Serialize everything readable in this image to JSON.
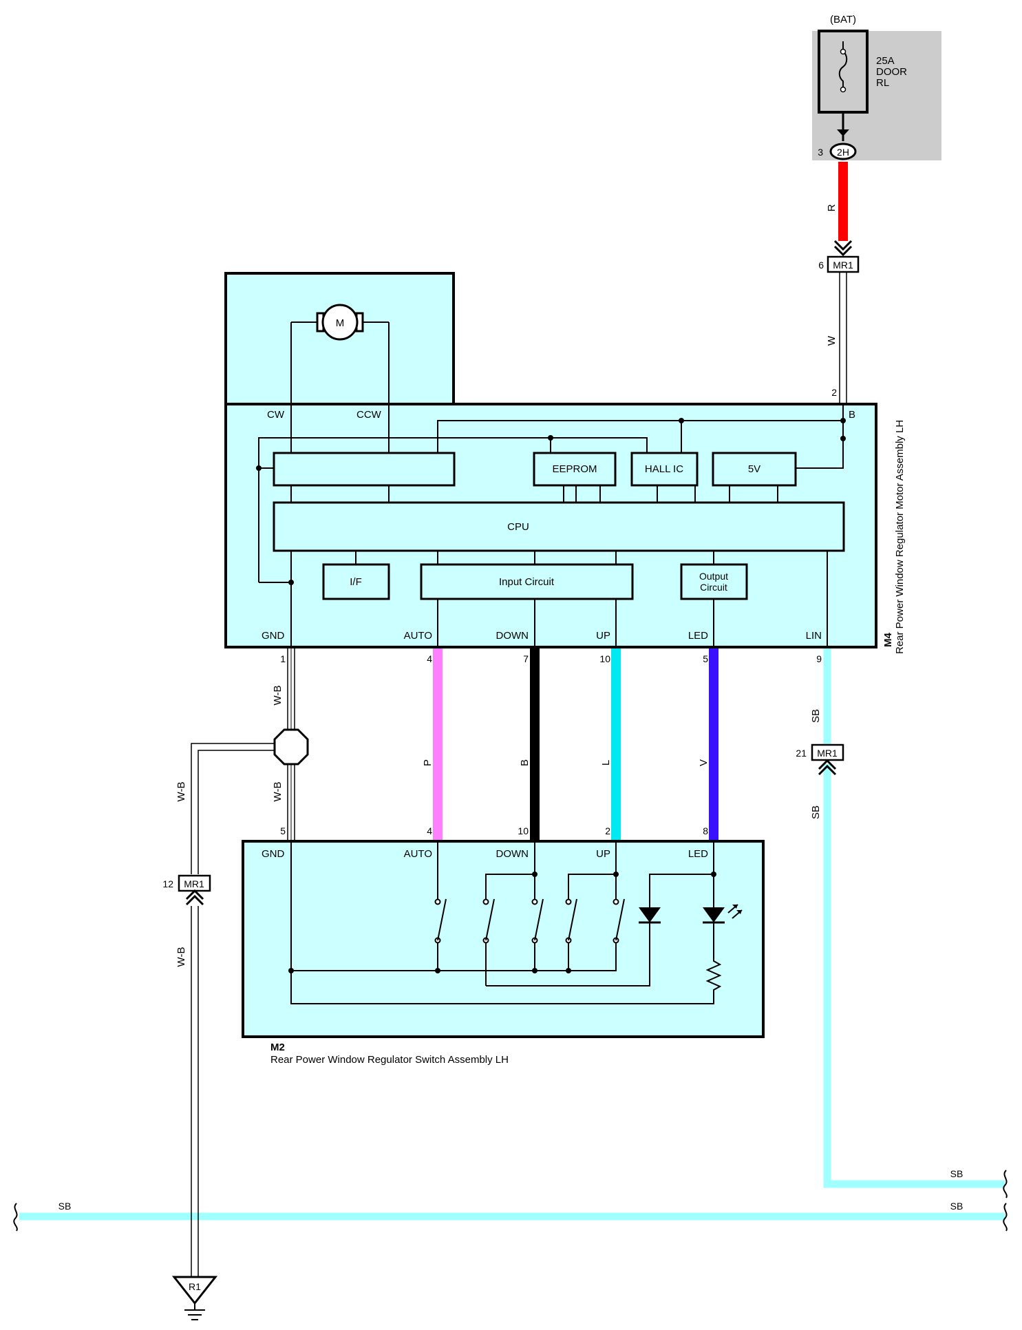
{
  "battery": {
    "source_label": "(BAT)",
    "fuse_line1": "25A",
    "fuse_line2": "DOOR",
    "fuse_line3": "RL",
    "connector": "2H",
    "pin": "3"
  },
  "motor_assembly": {
    "id": "M4",
    "name": "Rear Power Window Regulator Motor Assembly LH",
    "motor_symbol": "M",
    "terminals": {
      "cw": "CW",
      "ccw": "CCW",
      "b": "B",
      "gnd": "GND",
      "auto": "AUTO",
      "down": "DOWN",
      "up": "UP",
      "led": "LED",
      "lin": "LIN"
    },
    "blocks": {
      "eeprom": "EEPROM",
      "hall_ic": "HALL IC",
      "five_v": "5V",
      "cpu": "CPU",
      "if": "I/F",
      "input_circuit": "Input Circuit",
      "output_line1": "Output",
      "output_line2": "Circuit"
    },
    "pins": {
      "b": "2",
      "gnd": "1",
      "auto": "4",
      "down": "7",
      "up": "10",
      "led": "5",
      "lin": "9"
    }
  },
  "switch_assembly": {
    "id": "M2",
    "name": "Rear Power Window Regulator Switch Assembly LH",
    "terminals": {
      "gnd": "GND",
      "auto": "AUTO",
      "down": "DOWN",
      "up": "UP",
      "led": "LED"
    },
    "pins": {
      "gnd": "5",
      "auto": "4",
      "down": "10",
      "up": "2",
      "led": "8"
    }
  },
  "connectors": {
    "mr1": "MR1",
    "mr1_top_pin": "6",
    "mr1_lin_pin": "21",
    "mr1_gnd_pin": "12",
    "ground": "R1"
  },
  "wires": {
    "bat": {
      "label": "R",
      "color": "#ff0000"
    },
    "b": {
      "label": "W",
      "color": "#ffffff"
    },
    "gnd_top": {
      "label": "W-B"
    },
    "gnd_mid": {
      "label": "W-B"
    },
    "gnd_left_upper": {
      "label": "W-B"
    },
    "gnd_left_lower": {
      "label": "W-B"
    },
    "auto": {
      "label": "P",
      "color": "#ff80ff"
    },
    "down": {
      "label": "B",
      "color": "#000000"
    },
    "up": {
      "label": "L",
      "color": "#00e8f0"
    },
    "led": {
      "label": "V",
      "color": "#3a10ff"
    },
    "lin_upper": {
      "label": "SB",
      "color": "#a0ffff"
    },
    "lin_lower": {
      "label": "SB"
    },
    "bus_upper": {
      "label": "SB"
    },
    "bus_lower_left": {
      "label": "SB"
    },
    "bus_lower_right": {
      "label": "SB"
    }
  },
  "colors": {
    "box_fill": "#ccffff",
    "fuse_box_fill": "#cccccc",
    "line": "#000000"
  }
}
